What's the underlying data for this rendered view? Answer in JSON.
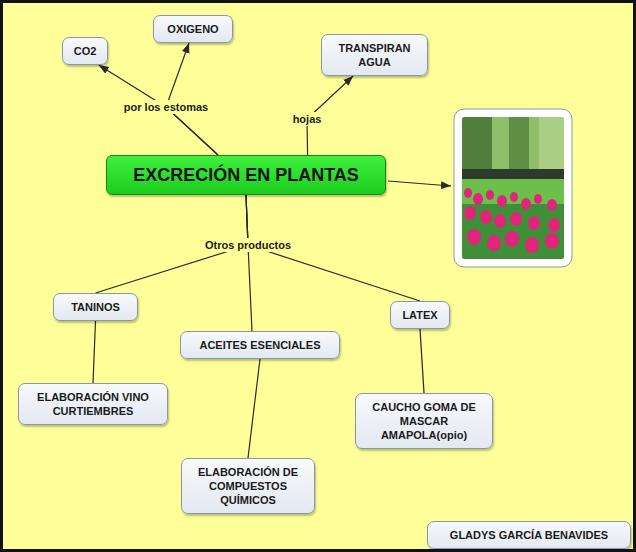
{
  "diagram": {
    "nodes": [
      {
        "text": [
          "EXCRECIÓN EN PLANTAS"
        ]
      },
      {
        "text": [
          "CO2"
        ]
      },
      {
        "text": [
          "OXIGENO"
        ]
      },
      {
        "text": [
          "TRANSPIRAN AGUA"
        ]
      },
      {
        "text": [
          "TANINOS"
        ]
      },
      {
        "text": [
          "ACEITES ESENCIALES"
        ]
      },
      {
        "text": [
          "LATEX"
        ]
      },
      {
        "text": [
          "ELABORACIÓN VINO CURTIEMBRES"
        ]
      },
      {
        "text": [
          "ELABORACIÓN DE COMPUESTOS QUÍMICOS"
        ]
      },
      {
        "text": [
          "CAUCHO GOMA DE MASCAR AMAPOLA(opio)"
        ]
      },
      {
        "text": [
          "GLADYS GARCÍA BENAVIDES"
        ]
      }
    ],
    "edges": [
      {
        "from": 0,
        "to": 1,
        "label": "por los estomas",
        "arrow": "to"
      },
      {
        "from": 0,
        "to": 2,
        "arrow": "to"
      },
      {
        "from": 0,
        "to": 3,
        "label": "hojas",
        "arrow": "to"
      },
      {
        "from": 0,
        "to": 4,
        "label": "Otros productos",
        "arrow": "none"
      },
      {
        "from": 0,
        "to": 5,
        "arrow": "none"
      },
      {
        "from": 0,
        "to": 6,
        "arrow": "none"
      },
      {
        "from": 4,
        "to": 7,
        "arrow": "none"
      },
      {
        "from": 5,
        "to": 8,
        "arrow": "none"
      },
      {
        "from": 6,
        "to": 9,
        "arrow": "none"
      }
    ]
  }
}
